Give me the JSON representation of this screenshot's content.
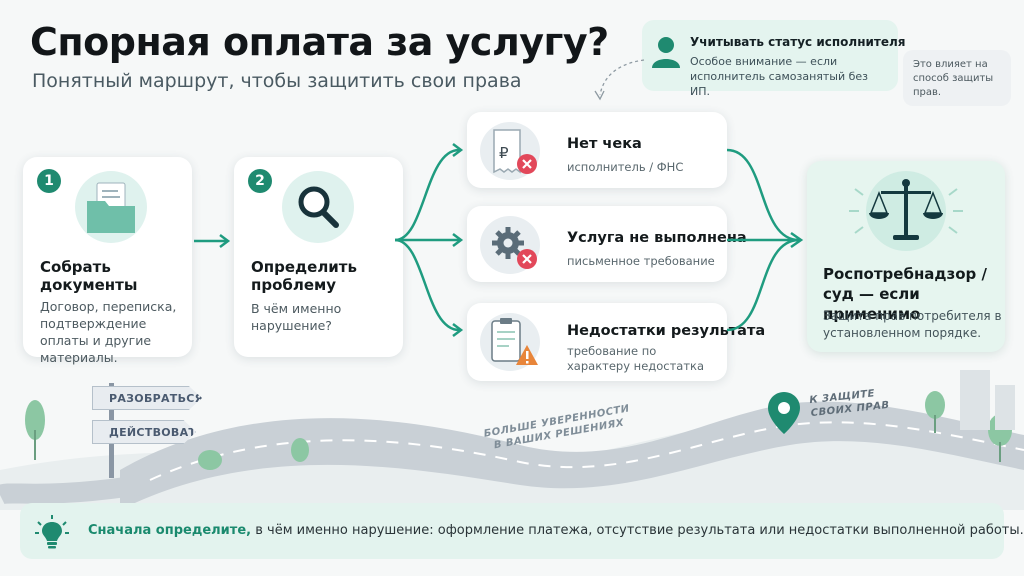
{
  "header": {
    "title": "Спорная оплата за услугу?",
    "subtitle": "Понятный маршрут, чтобы защитить свои права"
  },
  "note": {
    "title": "Учитывать статус исполнителя",
    "text": "Особое внимание — если исполнитель самозанятый без ИП.",
    "side": "Это влияет на способ защиты прав."
  },
  "steps": [
    {
      "number": "1",
      "title": "Собрать документы",
      "text": "Договор, переписка, подтверждение оплаты и другие материалы.",
      "icon": "folder-documents-icon"
    },
    {
      "number": "2",
      "title": "Определить проблему",
      "text": "В чём именно нарушение?",
      "icon": "magnifier-icon"
    }
  ],
  "issues": [
    {
      "title": "Нет чека",
      "sub": "исполнитель / ФНС",
      "icon": "receipt-icon"
    },
    {
      "title": "Услуга не выполнена",
      "sub": "письменное требование",
      "icon": "gear-icon"
    },
    {
      "title": "Недостатки результата",
      "sub": "требование по характеру недостатка",
      "icon": "clipboard-warning-icon"
    }
  ],
  "final": {
    "title": "Роспотребнадзор / суд — если применимо",
    "text": "Защита прав потребителя в установленном порядке.",
    "icon": "scales-icon"
  },
  "road": {
    "sign_top": "РАЗОБРАТЬСЯ",
    "sign_bottom": "ДЕЙСТВОВАТЬ",
    "middle_line1": "БОЛЬШЕ УВЕРЕННОСТИ",
    "middle_line2": "В ВАШИХ РЕШЕНИЯХ",
    "end_line1": "К ЗАЩИТЕ",
    "end_line2": "СВОИХ ПРАВ"
  },
  "tip": {
    "lead": "Сначала определите,",
    "rest": " в чём именно нарушение: оформление платежа, отсутствие результата или недостатки выполненной работы."
  },
  "colors": {
    "accent": "#1f8a70",
    "accent_light": "#dff2ee",
    "danger": "#e2485a",
    "warning": "#e8853a"
  }
}
